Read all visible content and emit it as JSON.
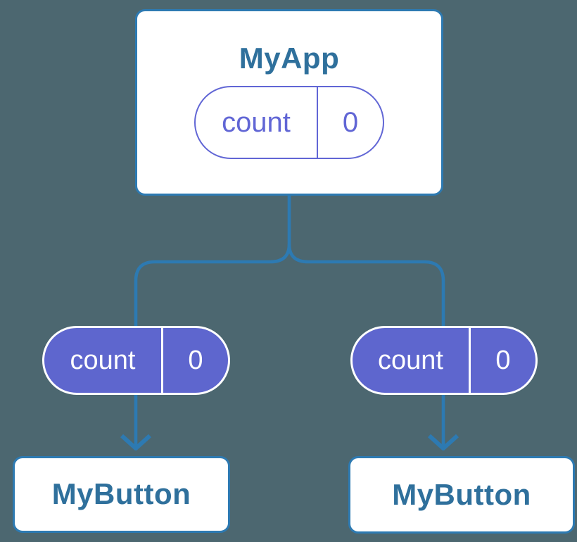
{
  "diagram": {
    "colors": {
      "background": "#4C6770",
      "connector_blue": "#2D7AB2",
      "node_text_blue": "#2F709C",
      "state_purple_outline": "#6166D5",
      "prop_purple_fill": "#5E66CE",
      "node_fill": "#FFFFFF"
    },
    "root": {
      "title": "MyApp",
      "state": {
        "label": "count",
        "value": "0"
      }
    },
    "children": [
      {
        "title": "MyButton",
        "prop": {
          "label": "count",
          "value": "0"
        }
      },
      {
        "title": "MyButton",
        "prop": {
          "label": "count",
          "value": "0"
        }
      }
    ]
  }
}
